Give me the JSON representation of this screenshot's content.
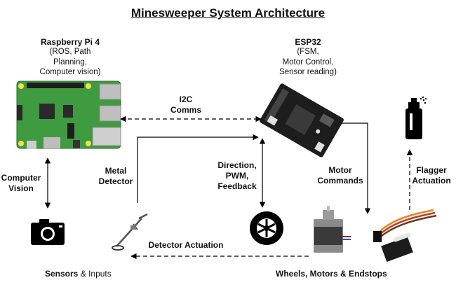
{
  "title": "Minesweeper System Architecture",
  "nodes": {
    "raspberry_pi": {
      "name": "Raspberry Pi 4",
      "lines": [
        "(ROS, Path",
        "Planning,",
        "Computer vision)"
      ]
    },
    "esp32": {
      "name": "ESP32",
      "lines": [
        "(FSM,",
        "Motor Control,",
        "Sensor reading)"
      ]
    }
  },
  "edges": {
    "i2c": [
      "I2C",
      "Comms"
    ],
    "computer_vision": [
      "Computer",
      "Vision"
    ],
    "metal_detector": [
      "Metal",
      "Detector"
    ],
    "direction": [
      "Direction,",
      "PWM,",
      "Feedback"
    ],
    "motor_commands": [
      "Motor",
      "Commands"
    ],
    "flagger_actuation": [
      "Flagger",
      "Actuation"
    ],
    "detector_actuation": "Detector Actuation"
  },
  "groups": {
    "sensors": {
      "part1": "Sensors",
      "amp": "&",
      "part2": "Inputs"
    },
    "wheels": "Wheels, Motors & Endstops"
  },
  "icons": [
    "raspberry-pi-board",
    "esp32-board",
    "camera",
    "metal-detector",
    "wheel",
    "stepper-motor",
    "servo-motor",
    "spray-can"
  ],
  "colors": {
    "pi_board": "#3f9b3f",
    "servo_wire_orange": "#e8841a",
    "servo_wire_red": "#c0392b"
  }
}
